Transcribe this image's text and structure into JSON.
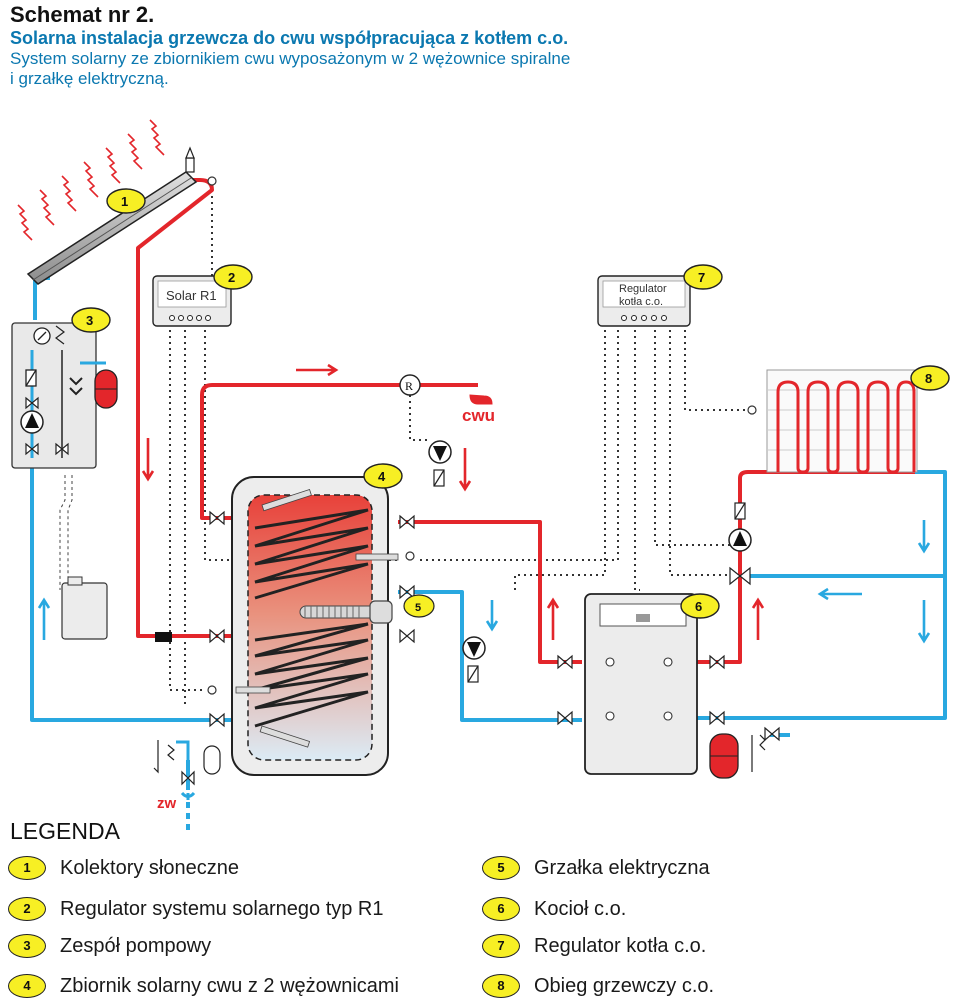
{
  "header": {
    "title": "Schemat nr 2.",
    "subtitle": "Solarna instalacja grzewcza do cwu współpracująca z kotłem c.o.",
    "description_line1": "System solarny ze zbiornikiem cwu wyposażonym w 2 wężownice spiralne",
    "description_line2": "i grzałkę elektryczną."
  },
  "diagram": {
    "controller_solar_label": "Solar R1",
    "controller_boiler_label_line1": "Regulator",
    "controller_boiler_label_line2": "kotła c.o.",
    "hot_water_label": "cwu",
    "cold_water_label": "zw",
    "regulator_symbol": "R",
    "markers": [
      "1",
      "2",
      "3",
      "4",
      "5",
      "6",
      "7",
      "8"
    ],
    "colors": {
      "hot_pipe": "#e3262b",
      "cold_pipe": "#29a8e0",
      "marker_fill": "#f7ef24",
      "tank_gradient_top": "#e8413a",
      "tank_gradient_bottom": "#dcebf5"
    }
  },
  "legend": {
    "title": "LEGENDA",
    "items": [
      {
        "num": "1",
        "text": "Kolektory słoneczne"
      },
      {
        "num": "2",
        "text": "Regulator systemu solarnego typ R1"
      },
      {
        "num": "3",
        "text": "Zespół pompowy"
      },
      {
        "num": "4",
        "text": "Zbiornik solarny cwu z 2 wężownicami"
      },
      {
        "num": "5",
        "text": "Grzałka elektryczna"
      },
      {
        "num": "6",
        "text": "Kocioł c.o."
      },
      {
        "num": "7",
        "text": "Regulator kotła c.o."
      },
      {
        "num": "8",
        "text": "Obieg grzewczy c.o."
      }
    ]
  }
}
